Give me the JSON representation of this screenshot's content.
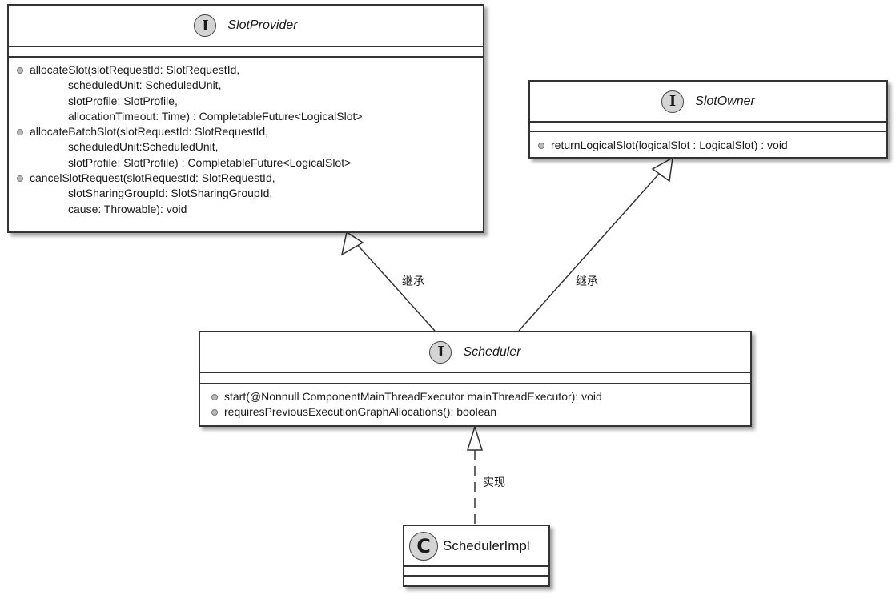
{
  "classes": {
    "slot_provider": {
      "stereotype": "I",
      "name": "SlotProvider",
      "methods": [
        {
          "lines": [
            "allocateSlot(slotRequestId: SlotRequestId,",
            "scheduledUnit: ScheduledUnit,",
            "slotProfile: SlotProfile,",
            "allocationTimeout: Time) : CompletableFuture<LogicalSlot>"
          ]
        },
        {
          "lines": [
            "allocateBatchSlot(slotRequestId: SlotRequestId,",
            "scheduledUnit:ScheduledUnit,",
            "slotProfile: SlotProfile) : CompletableFuture<LogicalSlot>"
          ]
        },
        {
          "lines": [
            "cancelSlotRequest(slotRequestId: SlotRequestId,",
            "slotSharingGroupId: SlotSharingGroupId,",
            "cause: Throwable): void"
          ]
        }
      ]
    },
    "slot_owner": {
      "stereotype": "I",
      "name": "SlotOwner",
      "methods": [
        {
          "lines": [
            "returnLogicalSlot(logicalSlot : LogicalSlot) : void"
          ]
        }
      ]
    },
    "scheduler": {
      "stereotype": "I",
      "name": "Scheduler",
      "methods": [
        {
          "lines": [
            "start(@Nonnull ComponentMainThreadExecutor mainThreadExecutor): void"
          ]
        },
        {
          "lines": [
            "requiresPreviousExecutionGraphAllocations(): boolean"
          ]
        }
      ]
    },
    "scheduler_impl": {
      "stereotype": "C",
      "name": "SchedulerImpl"
    }
  },
  "relations": {
    "scheduler_to_slot_provider": "继承",
    "scheduler_to_slot_owner": "继承",
    "impl_to_scheduler": "实现"
  }
}
